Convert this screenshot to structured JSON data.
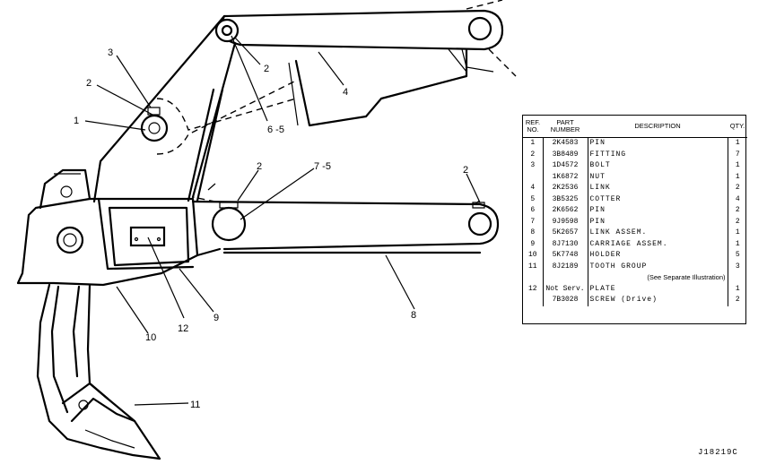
{
  "callouts": {
    "c1": "1",
    "c2a": "2",
    "c2b": "2",
    "c2c": "2",
    "c2d": "2",
    "c3": "3",
    "c4": "4",
    "c6": "6 -5",
    "c7": "7 -5",
    "c8": "8",
    "c9": "9",
    "c10": "10",
    "c11": "11",
    "c12": "12"
  },
  "parts_table": {
    "headers": {
      "ref": "REF. NO.",
      "part": "PART NUMBER",
      "desc": "DESCRIPTION",
      "qty": "QTY."
    },
    "rows": [
      {
        "ref": "1",
        "part": "2K4583",
        "desc": "PIN",
        "qty": "1"
      },
      {
        "ref": "2",
        "part": "3B8489",
        "desc": "FITTING",
        "qty": "7"
      },
      {
        "ref": "3",
        "part": "1D4572",
        "desc": "BOLT",
        "qty": "1"
      },
      {
        "ref": "",
        "part": "1K6872",
        "desc": "NUT",
        "qty": "1"
      },
      {
        "ref": "4",
        "part": "2K2536",
        "desc": "LINK",
        "qty": "2"
      },
      {
        "ref": "5",
        "part": "3B5325",
        "desc": "COTTER",
        "qty": "4"
      },
      {
        "ref": "6",
        "part": "2K6562",
        "desc": "PIN",
        "qty": "2"
      },
      {
        "ref": "7",
        "part": "9J9598",
        "desc": "PIN",
        "qty": "2"
      },
      {
        "ref": "8",
        "part": "5K2657",
        "desc": "LINK ASSEM.",
        "qty": "1"
      },
      {
        "ref": "9",
        "part": "8J7130",
        "desc": "CARRIAGE ASSEM.",
        "qty": "1"
      },
      {
        "ref": "10",
        "part": "5K7748",
        "desc": "HOLDER",
        "qty": "5"
      },
      {
        "ref": "11",
        "part": "8J2189",
        "desc": "TOOTH GROUP",
        "qty": "3"
      },
      {
        "ref": "",
        "part": "",
        "desc": "(See Separate Illustration)",
        "qty": ""
      },
      {
        "ref": "12",
        "part": "Not Serv.",
        "desc": "PLATE",
        "qty": "1"
      },
      {
        "ref": "",
        "part": "7B3028",
        "desc": "SCREW (Drive)",
        "qty": "2"
      }
    ]
  },
  "illustration_code": "J18219C"
}
